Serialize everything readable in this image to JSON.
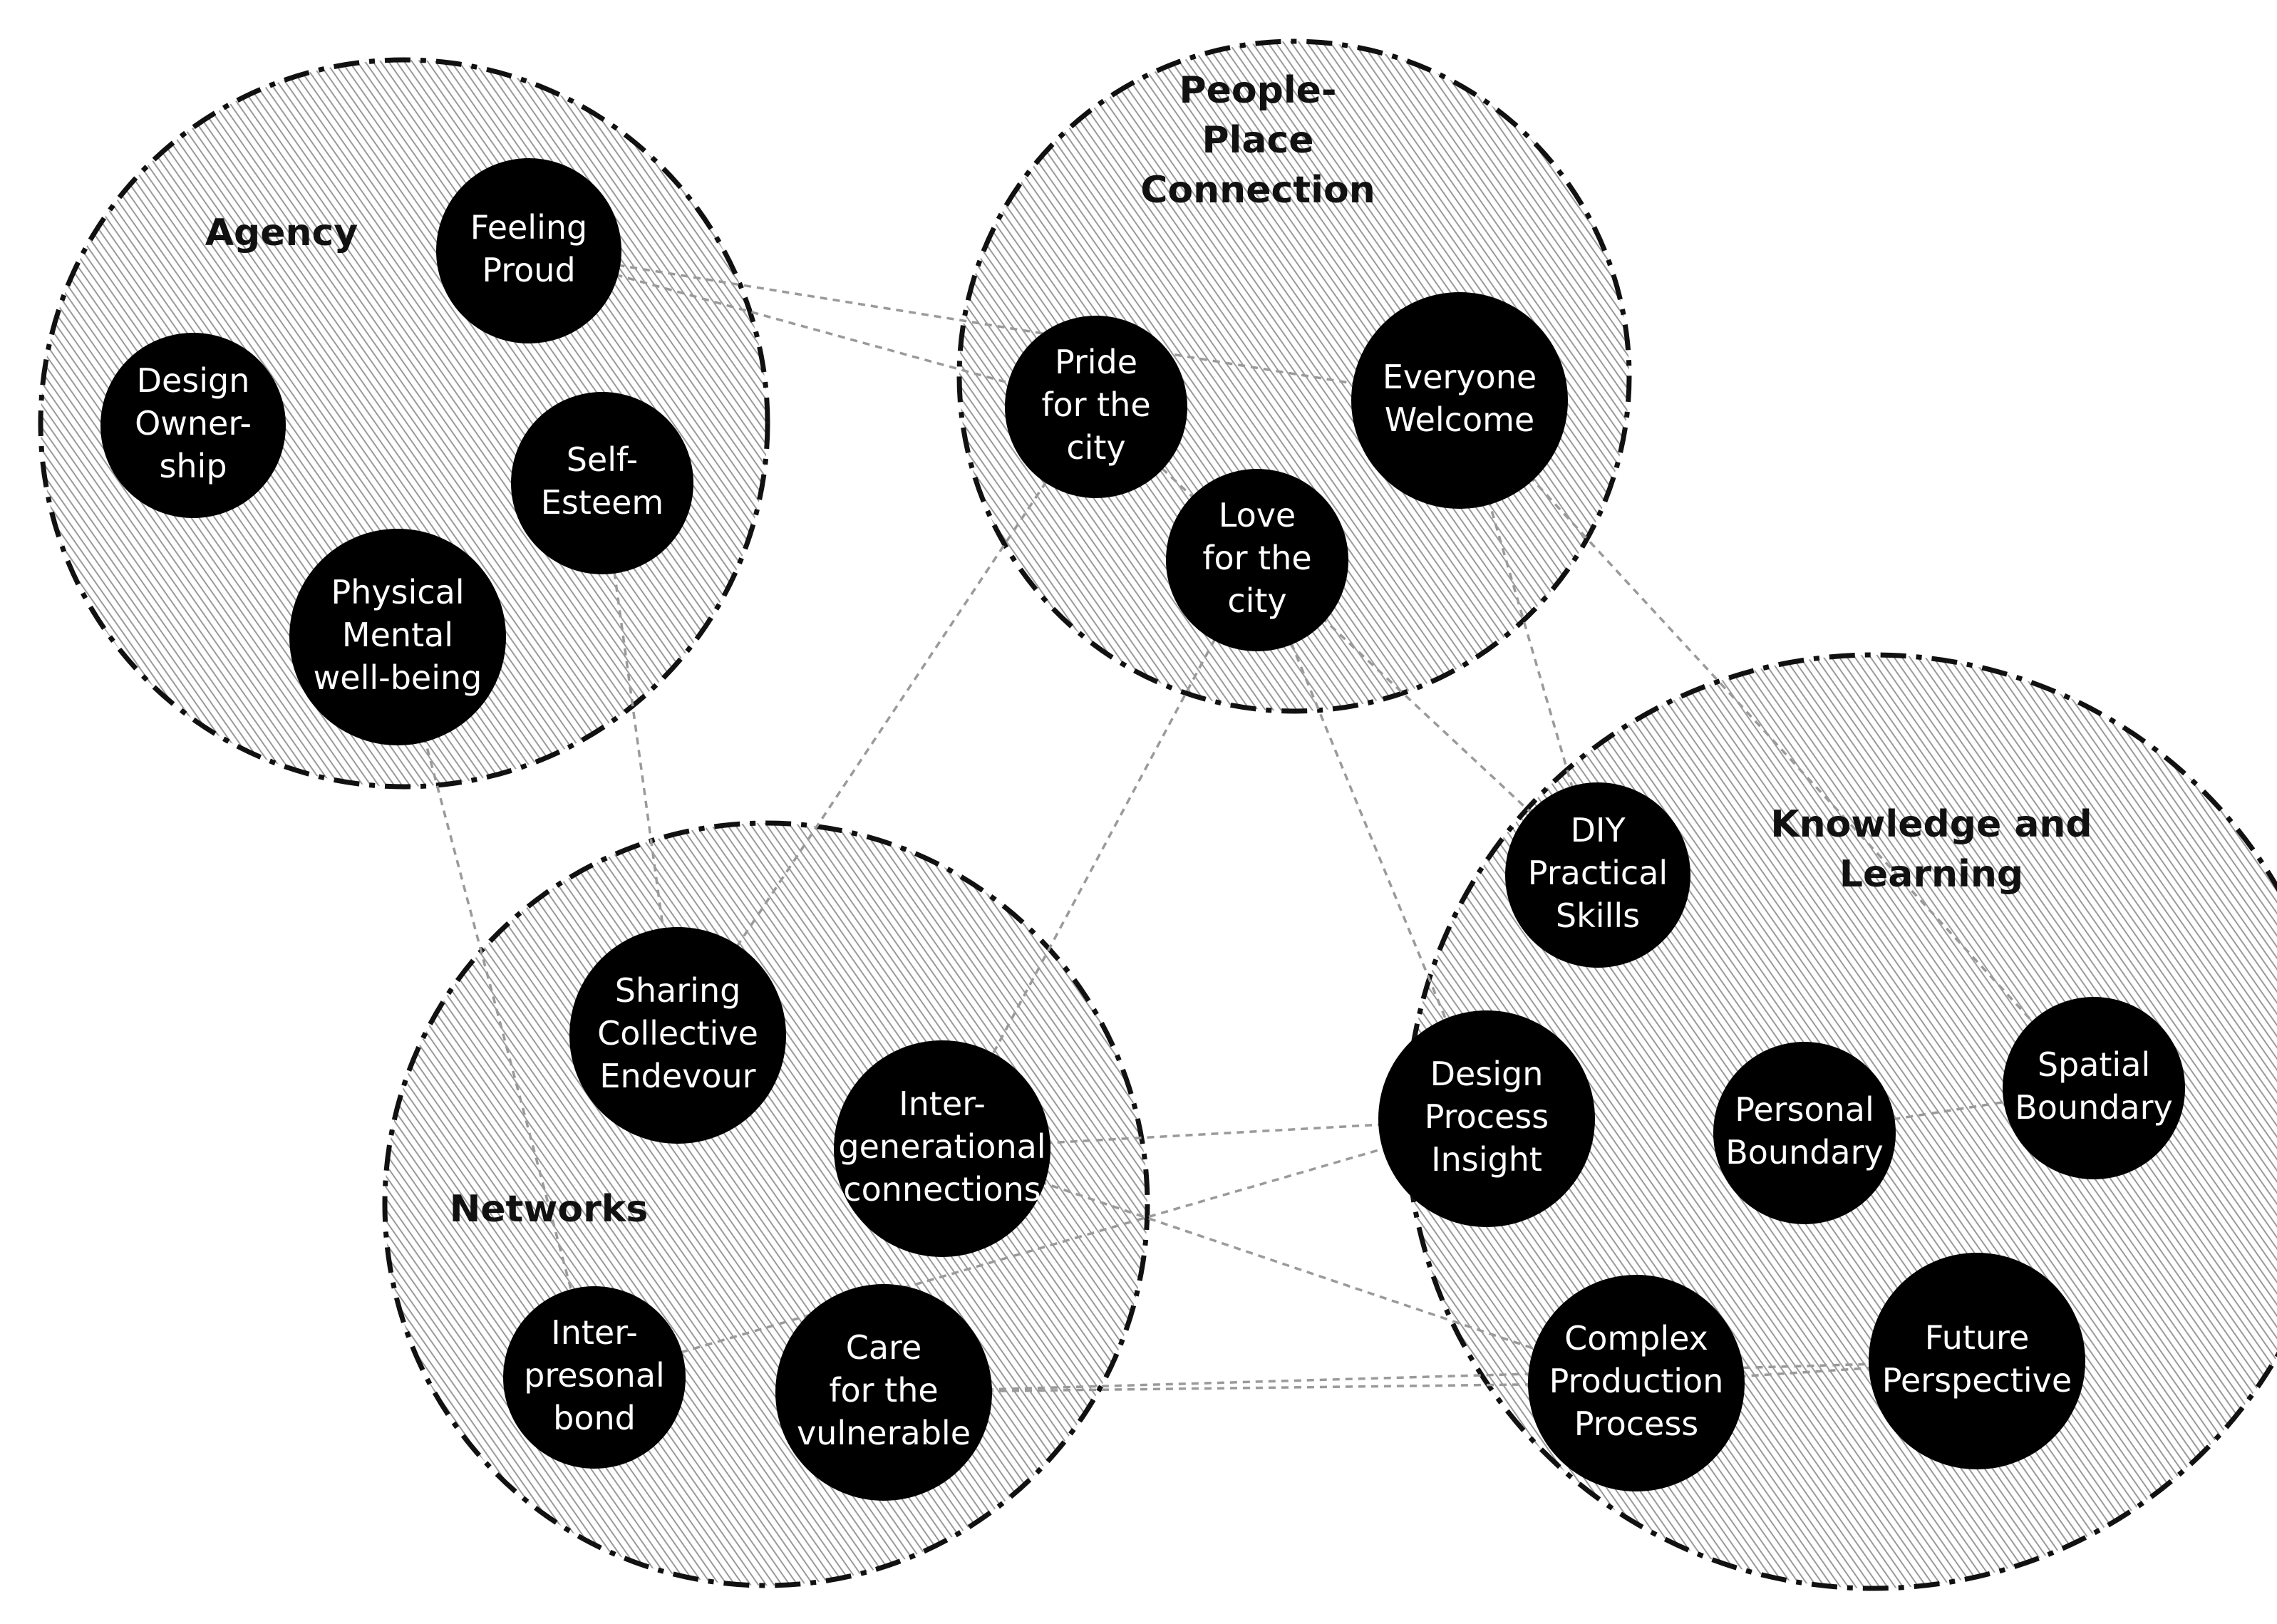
{
  "groups": [
    {
      "id": "agency",
      "title_lines": [
        "Agency"
      ]
    },
    {
      "id": "people-place",
      "title_lines": [
        "People-",
        "Place",
        "Connection"
      ]
    },
    {
      "id": "networks",
      "title_lines": [
        "Networks"
      ]
    },
    {
      "id": "knowledge",
      "title_lines": [
        "Knowledge and",
        "Learning"
      ]
    }
  ],
  "nodes": [
    {
      "id": "feeling-proud",
      "group": "agency",
      "lines": [
        "Feeling",
        "Proud"
      ]
    },
    {
      "id": "design-ownership",
      "group": "agency",
      "lines": [
        "Design",
        "Owner-",
        "ship"
      ]
    },
    {
      "id": "self-esteem",
      "group": "agency",
      "lines": [
        "Self-",
        "Esteem"
      ]
    },
    {
      "id": "physical-mental",
      "group": "agency",
      "lines": [
        "Physical",
        "Mental",
        "well-being"
      ]
    },
    {
      "id": "pride-city",
      "group": "people-place",
      "lines": [
        "Pride",
        "for the",
        "city"
      ]
    },
    {
      "id": "everyone-welcome",
      "group": "people-place",
      "lines": [
        "Everyone",
        "Welcome"
      ]
    },
    {
      "id": "love-city",
      "group": "people-place",
      "lines": [
        "Love",
        "for the",
        "city"
      ]
    },
    {
      "id": "sharing-collective",
      "group": "networks",
      "lines": [
        "Sharing",
        "Collective",
        "Endevour"
      ]
    },
    {
      "id": "intergenerational",
      "group": "networks",
      "lines": [
        "Inter-",
        "generational",
        "connections"
      ]
    },
    {
      "id": "interpersonal-bond",
      "group": "networks",
      "lines": [
        "Inter-",
        "presonal",
        "bond"
      ]
    },
    {
      "id": "care-vulnerable",
      "group": "networks",
      "lines": [
        "Care",
        "for the",
        "vulnerable"
      ]
    },
    {
      "id": "diy-skills",
      "group": "knowledge",
      "lines": [
        "DIY",
        "Practical",
        "Skills"
      ]
    },
    {
      "id": "design-process",
      "group": "knowledge",
      "lines": [
        "Design",
        "Process",
        "Insight"
      ]
    },
    {
      "id": "personal-boundary",
      "group": "knowledge",
      "lines": [
        "Personal",
        "Boundary"
      ]
    },
    {
      "id": "spatial-boundary",
      "group": "knowledge",
      "lines": [
        "Spatial",
        "Boundary"
      ]
    },
    {
      "id": "complex-production",
      "group": "knowledge",
      "lines": [
        "Complex",
        "Production",
        "Process"
      ]
    },
    {
      "id": "future-perspective",
      "group": "knowledge",
      "lines": [
        "Future",
        "Perspective"
      ]
    }
  ],
  "connections": [
    [
      "feeling-proud",
      "pride-city"
    ],
    [
      "feeling-proud",
      "everyone-welcome"
    ],
    [
      "self-esteem",
      "sharing-collective"
    ],
    [
      "physical-mental",
      "interpersonal-bond"
    ],
    [
      "pride-city",
      "sharing-collective"
    ],
    [
      "love-city",
      "intergenerational"
    ],
    [
      "everyone-welcome",
      "spatial-boundary"
    ],
    [
      "pride-city",
      "diy-skills"
    ],
    [
      "love-city",
      "design-process"
    ],
    [
      "everyone-welcome",
      "diy-skills"
    ],
    [
      "intergenerational",
      "design-process"
    ],
    [
      "intergenerational",
      "complex-production"
    ],
    [
      "care-vulnerable",
      "complex-production"
    ],
    [
      "interpersonal-bond",
      "design-process"
    ],
    [
      "care-vulnerable",
      "future-perspective"
    ],
    [
      "personal-boundary",
      "spatial-boundary"
    ],
    [
      "complex-production",
      "future-perspective"
    ]
  ]
}
